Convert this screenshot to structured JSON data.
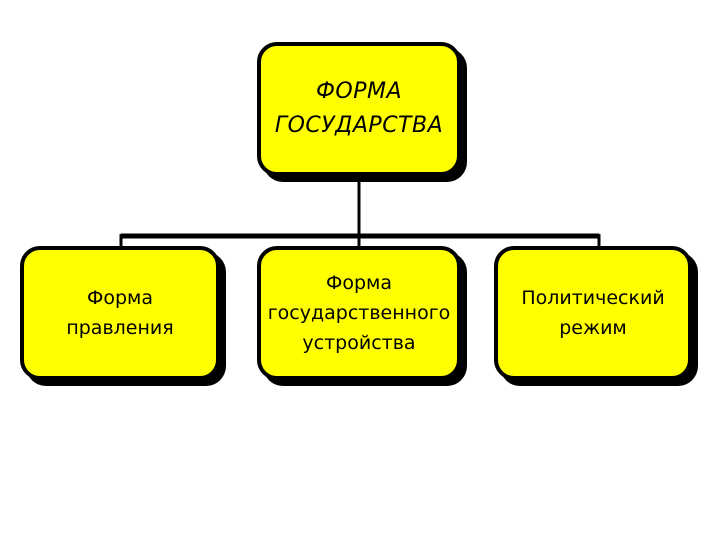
{
  "diagram": {
    "root": {
      "lines": [
        "ФОРМА",
        "ГОСУДАРСТВА"
      ]
    },
    "children": [
      {
        "lines": [
          "Форма",
          "правления"
        ]
      },
      {
        "lines": [
          "Форма",
          "государственного",
          "устройства"
        ]
      },
      {
        "lines": [
          "Политический",
          "режим"
        ]
      }
    ],
    "colors": {
      "box_fill": "#ffff00",
      "border": "#000000",
      "connector": "#000000",
      "background": "#ffffff"
    }
  }
}
